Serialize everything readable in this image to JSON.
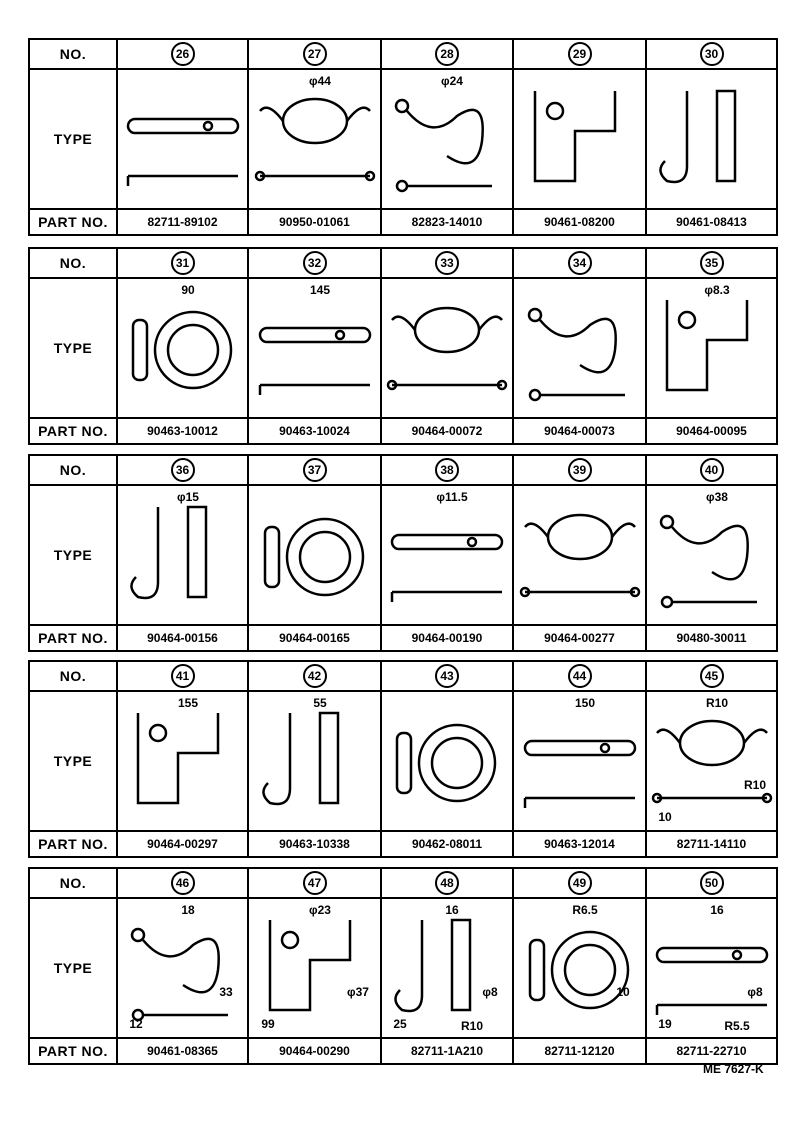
{
  "labels": {
    "no": "NO.",
    "type": "TYPE",
    "part_no": "PART NO."
  },
  "blocks": [
    {
      "items": [
        {
          "no": "26",
          "part": "82711-89102",
          "dims": []
        },
        {
          "no": "27",
          "part": "90950-01061",
          "dims": [
            "φ44"
          ]
        },
        {
          "no": "28",
          "part": "82823-14010",
          "dims": [
            "φ24"
          ]
        },
        {
          "no": "29",
          "part": "90461-08200",
          "dims": []
        },
        {
          "no": "30",
          "part": "90461-08413",
          "dims": []
        }
      ]
    },
    {
      "items": [
        {
          "no": "31",
          "part": "90463-10012",
          "dims": [
            "90"
          ]
        },
        {
          "no": "32",
          "part": "90463-10024",
          "dims": [
            "145"
          ]
        },
        {
          "no": "33",
          "part": "90464-00072",
          "dims": []
        },
        {
          "no": "34",
          "part": "90464-00073",
          "dims": []
        },
        {
          "no": "35",
          "part": "90464-00095",
          "dims": [
            "φ8.3"
          ]
        }
      ]
    },
    {
      "items": [
        {
          "no": "36",
          "part": "90464-00156",
          "dims": [
            "φ15"
          ]
        },
        {
          "no": "37",
          "part": "90464-00165",
          "dims": []
        },
        {
          "no": "38",
          "part": "90464-00190",
          "dims": [
            "φ11.5"
          ]
        },
        {
          "no": "39",
          "part": "90464-00277",
          "dims": []
        },
        {
          "no": "40",
          "part": "90480-30011",
          "dims": [
            "φ38"
          ]
        }
      ]
    },
    {
      "items": [
        {
          "no": "41",
          "part": "90464-00297",
          "dims": [
            "155"
          ]
        },
        {
          "no": "42",
          "part": "90463-10338",
          "dims": [
            "55"
          ]
        },
        {
          "no": "43",
          "part": "90462-08011",
          "dims": []
        },
        {
          "no": "44",
          "part": "90463-12014",
          "dims": [
            "150"
          ]
        },
        {
          "no": "45",
          "part": "82711-14110",
          "dims": [
            "R10",
            "R10",
            "10"
          ]
        }
      ]
    },
    {
      "items": [
        {
          "no": "46",
          "part": "90461-08365",
          "dims": [
            "18",
            "33",
            "12"
          ]
        },
        {
          "no": "47",
          "part": "90464-00290",
          "dims": [
            "φ23",
            "φ37",
            "99"
          ]
        },
        {
          "no": "48",
          "part": "82711-1A210",
          "dims": [
            "16",
            "φ8",
            "25",
            "R10"
          ]
        },
        {
          "no": "49",
          "part": "82711-12120",
          "dims": [
            "R6.5",
            "10"
          ]
        },
        {
          "no": "50",
          "part": "82711-22710",
          "dims": [
            "16",
            "φ8",
            "19",
            "R5.5"
          ]
        }
      ]
    }
  ],
  "footer": "ME 7627-K"
}
